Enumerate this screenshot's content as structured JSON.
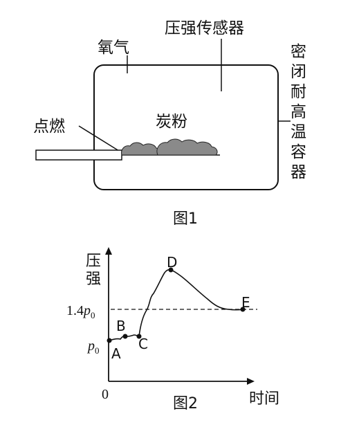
{
  "figure1": {
    "caption": "图1",
    "labels": {
      "oxygen": "氧气",
      "sensor": "压强传感器",
      "ignite": "点燃",
      "carbon": "炭粉",
      "container_chars": [
        "密",
        "闭",
        "耐",
        "高",
        "温",
        "容",
        "器"
      ]
    }
  },
  "figure2": {
    "caption": "图2",
    "y_axis_chars": [
      "压",
      "强"
    ],
    "x_axis": "时间",
    "origin": "0",
    "ticks": {
      "p0_main": "p",
      "p0_sub": "0",
      "coef": "1.4"
    },
    "points": [
      {
        "label": "A"
      },
      {
        "label": "B"
      },
      {
        "label": "C"
      },
      {
        "label": "D"
      },
      {
        "label": "E"
      }
    ]
  }
}
